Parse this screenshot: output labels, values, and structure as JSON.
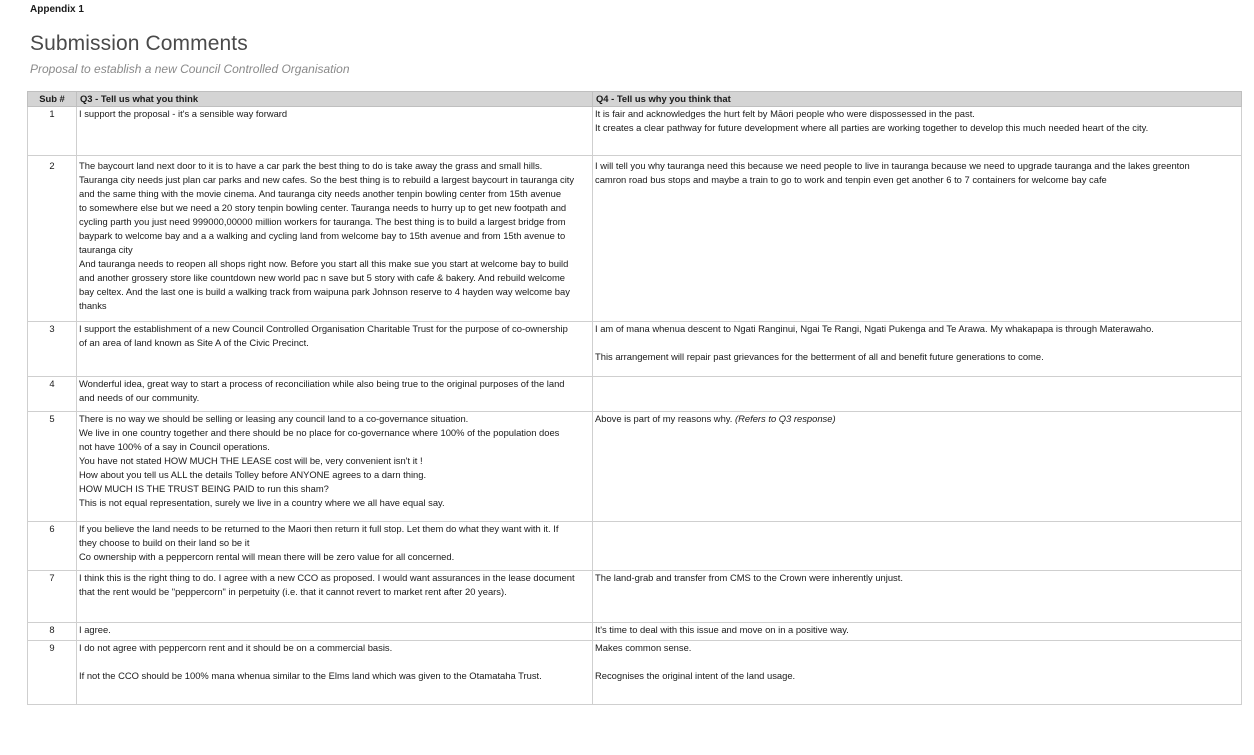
{
  "header": {
    "appendix": "Appendix 1",
    "title": "Submission Comments",
    "subtitle": "Proposal to establish a new Council Controlled Organisation"
  },
  "table": {
    "columns": [
      "Sub #",
      "Q3 - Tell us what you think",
      "Q4 - Tell us why you think that"
    ],
    "rows": [
      {
        "sub": "1",
        "q3": [
          "I support the proposal - it's a sensible way forward"
        ],
        "q4": [
          "It is fair and acknowledges the hurt felt by Māori people who were dispossessed in the past.",
          "It creates a clear pathway for future development where all parties are working together to develop this much needed heart of the city."
        ]
      },
      {
        "sub": "2",
        "q3": [
          "The baycourt land next door to it is to have a car park the best thing to do is take away the grass and small hills.",
          "Tauranga city needs just plan car parks and new cafes.  So the best thing is to rebuild a largest baycourt in tauranga city",
          "and the same thing with the movie cinema. And tauranga city needs another tenpin bowling center from 15th avenue",
          "to somewhere else but we need a 20 story tenpin bowling center. Tauranga needs to hurry up to get new footpath and",
          "cycling parth you just need  999000,00000 million workers  for tauranga. The best thing is to build a largest bridge from",
          "baypark to welcome bay and a a walking and cycling land from welcome bay to 15th avenue and from 15th  avenue to",
          "tauranga city",
          "And tauranga needs to reopen all shops right now.  Before you start all this make sue you start at welcome bay to build",
          "and another grossery store like countdown new world pac n save  but 5 story with cafe & bakery. And rebuild welcome",
          "bay celtex. And the last one is build a walking track from waipuna park Johnson reserve to 4 hayden way welcome bay",
          "thanks"
        ],
        "q4": [
          "I will tell you why tauranga need this because we need people to live  in tauranga because we need to upgrade tauranga and the lakes greenton",
          "camron road bus stops and maybe a train to go to work and tenpin even get another 6 to 7 containers for welcome bay cafe"
        ]
      },
      {
        "sub": "3",
        "q3": [
          "I support the establishment of a new Council Controlled Organisation Charitable Trust for the purpose of co-ownership",
          "of an area of land known as Site A of the Civic Precinct."
        ],
        "q4": [
          "I am of mana whenua descent to Ngati Ranginui, Ngai Te Rangi, Ngati Pukenga and Te Arawa.  My whakapapa is through Materawaho.",
          "",
          "This arrangement will repair past grievances for the betterment of all and benefit future generations to come."
        ]
      },
      {
        "sub": "4",
        "q3": [
          "Wonderful idea, great way to start a process of reconciliation while also being true to the original purposes of the land",
          "and needs of our community."
        ],
        "q4": []
      },
      {
        "sub": "5",
        "q3": [
          "There is no way we should be selling or leasing any council land to a co-governance situation.",
          "We live in one country together and there should be no place for co-governance where 100% of the population does",
          "not have 100% of a say in Council operations.",
          "You have not stated HOW MUCH THE LEASE cost will be, very convenient isn't it !",
          "How about you tell us ALL the details Tolley before ANYONE agrees to a darn thing.",
          "HOW MUCH IS THE TRUST BEING PAID to run this sham?",
          "This is not equal representation, surely we live in a country where we all have equal say."
        ],
        "q4_text": "Above is part of my reasons why. ",
        "q4_italic": "(Refers to Q3 response)"
      },
      {
        "sub": "6",
        "q3": [
          "If you believe the land needs to be returned to the Maori then return it full stop. Let them do what they want with it. If",
          "they choose to build on their land so be it",
          "Co ownership with a peppercorn rental will mean there will be zero value for all concerned."
        ],
        "q4": []
      },
      {
        "sub": "7",
        "q3": [
          "I think this is the right thing to do. I agree with a new CCO as proposed. I would want assurances in the lease document",
          "that the rent would be \"peppercorn\" in perpetuity (i.e. that it cannot revert to market rent after 20 years)."
        ],
        "q4": [
          "The land-grab and transfer from CMS to the Crown were inherently unjust."
        ]
      },
      {
        "sub": "8",
        "q3": [
          "I agree."
        ],
        "q4": [
          "It's time to deal with this issue and move on in a positive way."
        ]
      },
      {
        "sub": "9",
        "q3": [
          "I do not agree with peppercorn rent and it should be on a commercial basis.",
          "",
          "If not the CCO should be 100% mana whenua similar to the Elms land which was given to the Otamataha Trust."
        ],
        "q4": [
          "Makes common sense.",
          "",
          "Recognises the original intent of the land usage."
        ]
      }
    ]
  }
}
